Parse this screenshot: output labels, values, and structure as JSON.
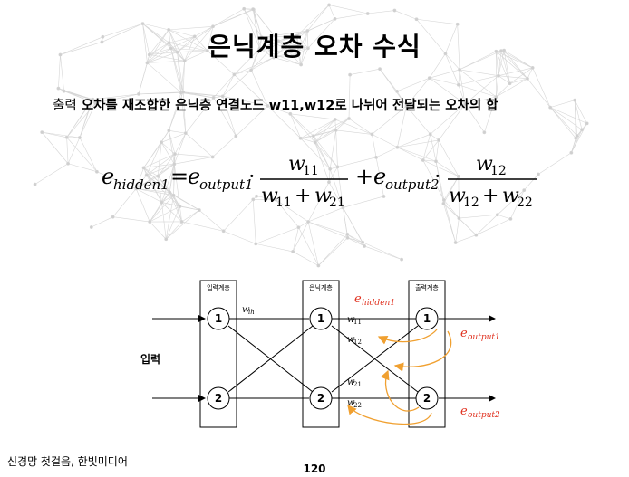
{
  "slide": {
    "title": "은닉계층 오차 수식",
    "subtitle_plain": "출력",
    "subtitle_bold": "오차를 재조합한 은닉층 연결노드 w11,w12로 나뉘어 전달되는 오차의 합",
    "footer": "신경망 첫걸음, 한빛미디어",
    "page_number": "120"
  },
  "formula": {
    "lhs": "e",
    "lhs_sub": "hidden1",
    "eq": "=",
    "t1_e": "e",
    "t1_sub": "output1",
    "dot": "·",
    "f1_num": "w",
    "f1_num_sub": "11",
    "f1_den_a": "w",
    "f1_den_a_sub": "11",
    "plus": "+",
    "f1_den_b": "w",
    "f1_den_b_sub": "21",
    "t2_e": "e",
    "t2_sub": "output2",
    "f2_num": "w",
    "f2_num_sub": "12",
    "f2_den_a": "w",
    "f2_den_a_sub": "12",
    "f2_den_b": "w",
    "f2_den_b_sub": "22"
  },
  "diagram": {
    "input_label": "입력",
    "layers": [
      "입력계층",
      "은닉계층",
      "출력계층"
    ],
    "nodes": [
      "1",
      "2"
    ],
    "w_ih": "w",
    "w_ih_sub": "ih",
    "w11": "w",
    "w11_sub": "11",
    "w12": "w",
    "w12_sub": "12",
    "w21": "w",
    "w21_sub": "21",
    "w22": "w",
    "w22_sub": "22",
    "e_hidden": "e",
    "e_hidden_sub": "hidden1",
    "e_out1": "e",
    "e_out1_sub": "output1",
    "e_out2": "e",
    "e_out2_sub": "output2",
    "colors": {
      "error_text": "#e0301e",
      "arrow": "#f0a030",
      "line": "#000000"
    }
  }
}
